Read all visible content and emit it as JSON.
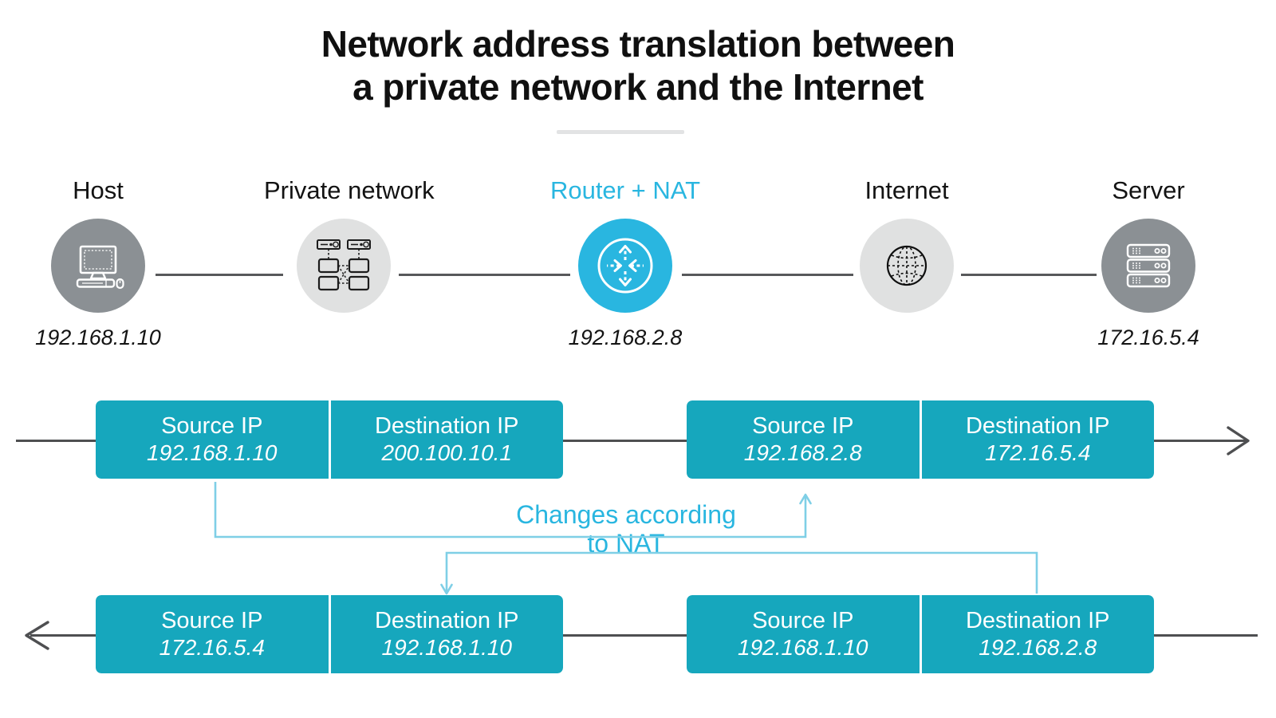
{
  "title": {
    "line1": "Network address translation between",
    "line2": "a private network and the Internet"
  },
  "nodes": [
    {
      "label": "Host",
      "ip": "192.168.1.10",
      "icon": "desktop-computer-icon",
      "circle_color": "#8b9094",
      "label_color": "#131313"
    },
    {
      "label": "Private network",
      "ip": "",
      "icon": "network-topology-icon",
      "circle_color": "#e0e1e1",
      "label_color": "#131313"
    },
    {
      "label": "Router + NAT",
      "ip": "192.168.2.8",
      "icon": "router-arrows-icon",
      "circle_color": "#29b6e0",
      "label_color": "#29b6e0"
    },
    {
      "label": "Internet",
      "ip": "",
      "icon": "globe-icon",
      "circle_color": "#e0e1e1",
      "label_color": "#131313"
    },
    {
      "label": "Server",
      "ip": "172.16.5.4",
      "icon": "server-rack-icon",
      "circle_color": "#8b9094",
      "label_color": "#131313"
    }
  ],
  "packets": {
    "top_left": {
      "source_label": "Source IP",
      "source_value": "192.168.1.10",
      "dest_label": "Destination IP",
      "dest_value": "200.100.10.1"
    },
    "top_right": {
      "source_label": "Source IP",
      "source_value": "192.168.2.8",
      "dest_label": "Destination IP",
      "dest_value": "172.16.5.4"
    },
    "bottom_left": {
      "source_label": "Source IP",
      "source_value": "172.16.5.4",
      "dest_label": "Destination IP",
      "dest_value": "192.168.1.10"
    },
    "bottom_right": {
      "source_label": "Source IP",
      "source_value": "192.168.1.10",
      "dest_label": "Destination IP",
      "dest_value": "192.168.2.8"
    }
  },
  "nat_caption": {
    "line1": "Changes according",
    "line2": "to NAT"
  },
  "colors": {
    "accent_cyan": "#29b6e0",
    "packet_teal": "#16a7bd",
    "node_gray": "#8b9094",
    "node_light_gray": "#e0e1e1",
    "line_dark": "#4e4f51",
    "connector_light": "#7fcfe6"
  },
  "flow": {
    "top_direction": "right",
    "bottom_direction": "left"
  }
}
